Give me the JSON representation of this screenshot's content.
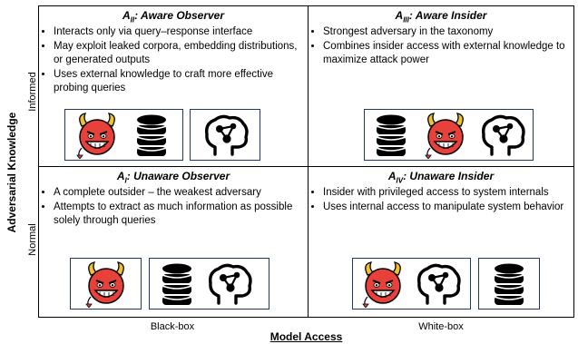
{
  "y_axis_title": "Adversarial Knowledge",
  "x_axis_title": "Model Access",
  "row_labels": {
    "top": "Informed",
    "bottom": "Normal"
  },
  "column_labels": {
    "left": "Black-box",
    "right": "White-box"
  },
  "quadrants": {
    "top_left": {
      "sym": "A",
      "sub": "II",
      "name": ": Aware Observer",
      "bullets": [
        "Interacts only via query–response interface",
        "May exploit leaked corpora, embedding distributions, or generated outputs",
        "Uses external knowledge to craft more effective probing queries"
      ]
    },
    "top_right": {
      "sym": "A",
      "sub": "III",
      "name": ": Aware Insider",
      "bullets": [
        "Strongest adversary in the taxonomy",
        "Combines insider access with external knowledge to maximize attack power"
      ]
    },
    "bottom_left": {
      "sym": "A",
      "sub": "I",
      "name": ": Unaware Observer",
      "bullets": [
        "A complete outsider – the weakest adversary",
        "Attempts to extract as much information as possible solely through queries"
      ]
    },
    "bottom_right": {
      "sym": "A",
      "sub": "IV",
      "name": ": Unaware Insider",
      "bullets": [
        "Insider with privileged access to system internals",
        "Uses internal access to manipulate system behavior"
      ]
    }
  },
  "icons": [
    "devil-icon",
    "database-icon",
    "brain-network-icon"
  ],
  "colors": {
    "devil_face": "#e8413a",
    "devil_horn": "#f2c12e",
    "box_border": "#1f3864"
  }
}
